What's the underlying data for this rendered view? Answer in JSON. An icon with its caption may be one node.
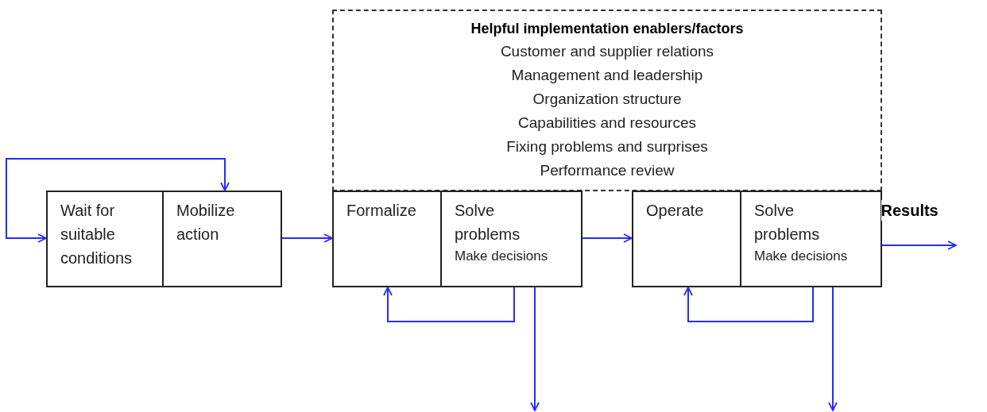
{
  "diagram": {
    "nodes": [
      {
        "text": [
          "Helpful implementation enablers/factors",
          "Customer and supplier relations",
          "Management and leadership",
          "Organization structure",
          "Capabilities and resources",
          "Fixing problems and surprises",
          "Performance review"
        ]
      },
      {
        "text": [
          "Wait for suitable conditions"
        ]
      },
      {
        "text": [
          "Mobilize action"
        ]
      },
      {
        "text": [
          "Formalize"
        ]
      },
      {
        "text": [
          "Solve problems",
          "Make decisions"
        ]
      },
      {
        "text": [
          "Operate"
        ]
      },
      {
        "text": [
          "Solve problems",
          "Make decisions"
        ]
      }
    ],
    "edges": [
      {
        "from": 1,
        "to": 2,
        "arrow": "both"
      },
      {
        "from": 2,
        "to": 3,
        "arrow": "to"
      },
      {
        "from": 4,
        "to": 3,
        "arrow": "to"
      },
      {
        "from": 4,
        "to": null,
        "arrow": "to"
      },
      {
        "from": 4,
        "to": 5,
        "arrow": "to"
      },
      {
        "from": 6,
        "to": 5,
        "arrow": "to"
      },
      {
        "from": 6,
        "to": null,
        "arrow": "to"
      },
      {
        "from": 6,
        "to": null,
        "arrow": "to",
        "label": "Results"
      }
    ]
  }
}
